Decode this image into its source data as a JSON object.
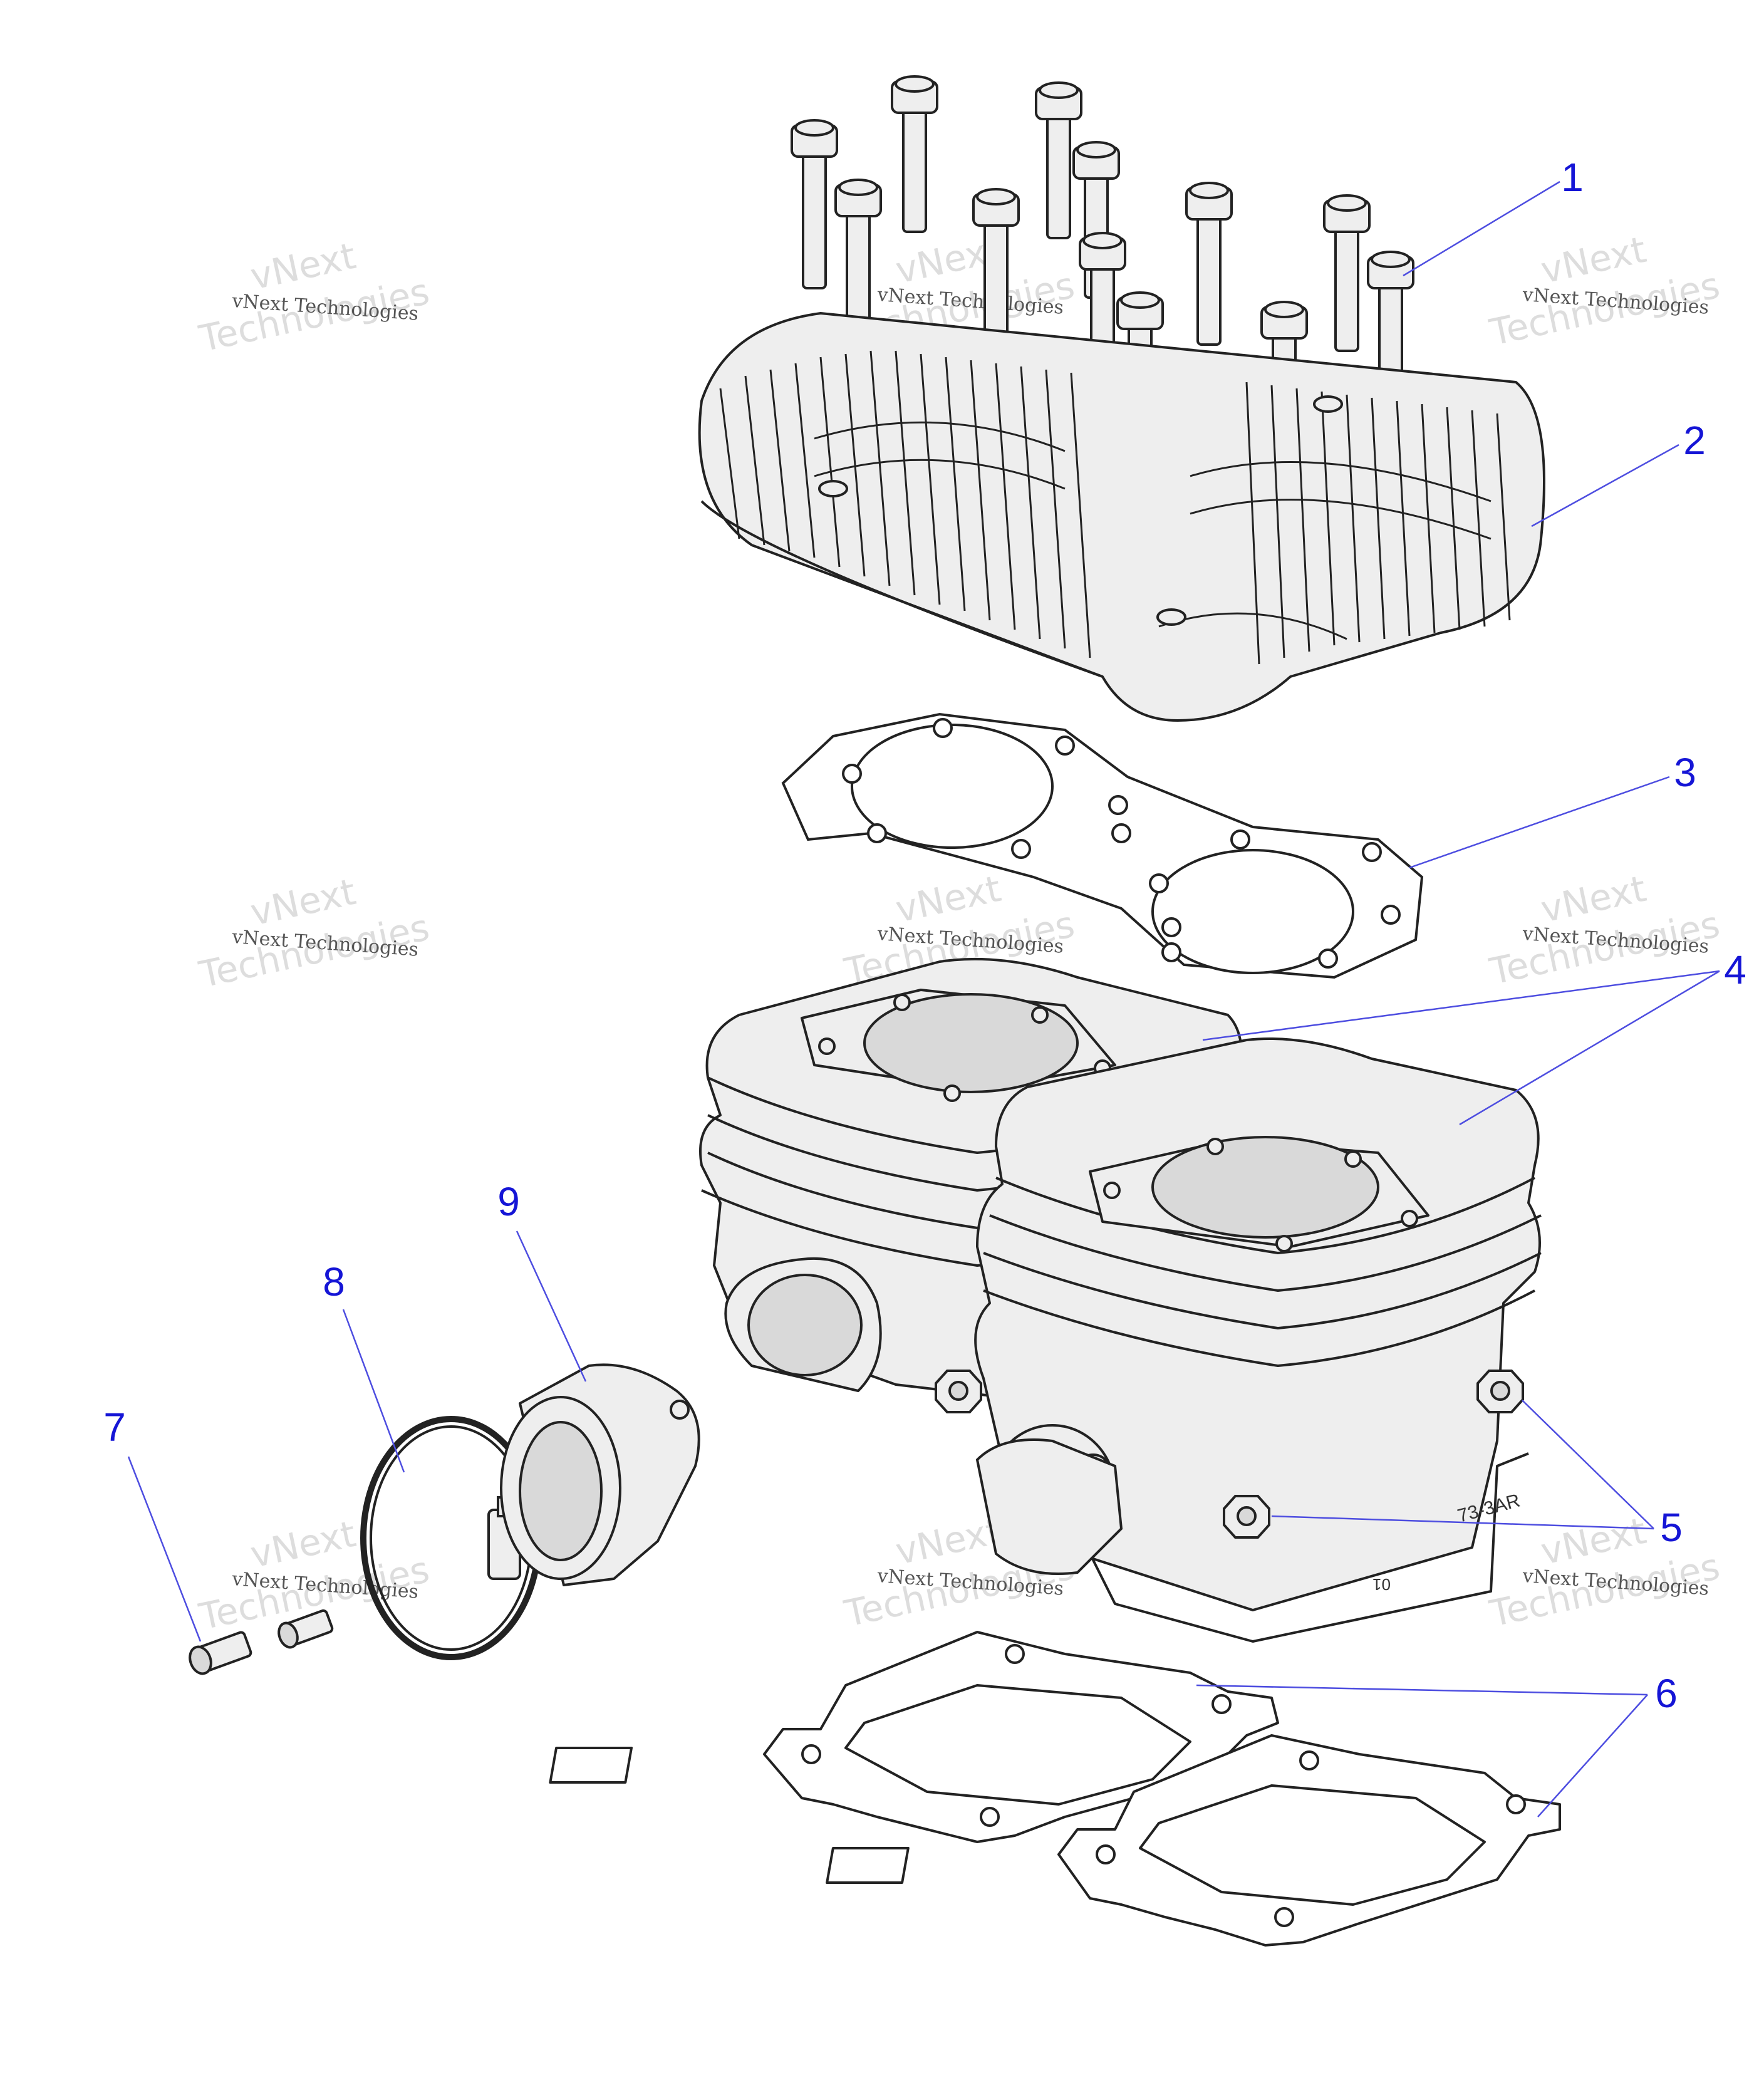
{
  "colors": {
    "callout": "#1515d6",
    "leader": "#4d4de0",
    "line": "#222222",
    "fill": "#eeeeee",
    "watermark": "#b8b8b8"
  },
  "callouts": [
    {
      "label": "1"
    },
    {
      "label": "2"
    },
    {
      "label": "3"
    },
    {
      "label": "4"
    },
    {
      "label": "5"
    },
    {
      "label": "6"
    },
    {
      "label": "7"
    },
    {
      "label": "8"
    },
    {
      "label": "9"
    }
  ],
  "watermark": {
    "line1": "vNext Technologies",
    "line2": "vNext",
    "line3": "Technologies"
  }
}
